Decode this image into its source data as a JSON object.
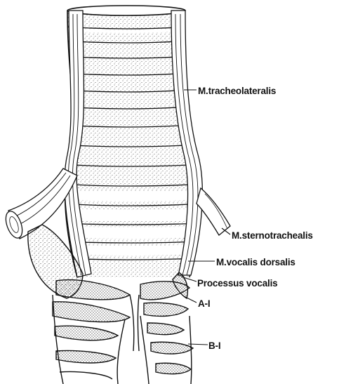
{
  "labels": {
    "tracheolateralis": "M.tracheolateralis",
    "sternotrachealis": "M.sternotrachealis",
    "vocalis_dorsalis": "M.vocalis dorsalis",
    "processus_vocalis": "Processus vocalis",
    "a1": "A-I",
    "b1": "B-I"
  },
  "colors": {
    "ink": "#111111",
    "paper": "#ffffff"
  }
}
